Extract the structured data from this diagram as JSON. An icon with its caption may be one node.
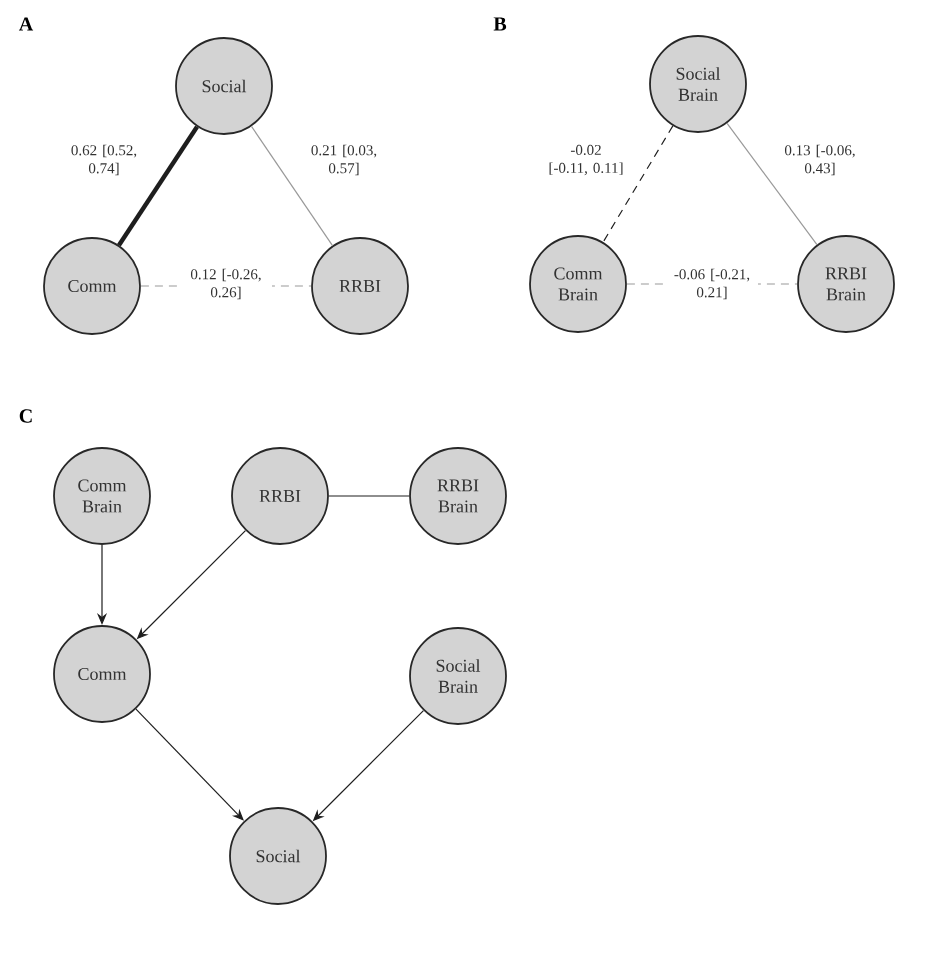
{
  "diagram": {
    "nodes": [
      {
        "text": [
          "Social"
        ]
      },
      {
        "text": [
          "Comm"
        ]
      },
      {
        "text": [
          "RRBI"
        ]
      },
      {
        "text": [
          "Social Brain"
        ]
      },
      {
        "text": [
          "Comm Brain"
        ]
      },
      {
        "text": [
          "RRBI Brain"
        ]
      },
      {
        "text": [
          "Comm Brain"
        ]
      },
      {
        "text": [
          "RRBI"
        ]
      },
      {
        "text": [
          "RRBI Brain"
        ]
      },
      {
        "text": [
          "Comm"
        ]
      },
      {
        "text": [
          "Social Brain"
        ]
      },
      {
        "text": [
          "Social"
        ]
      }
    ],
    "edges": [
      {
        "from": 0,
        "to": 1,
        "arrow": "none",
        "style": "thick",
        "label": "0.62 [0.52, 0.74]"
      },
      {
        "from": 0,
        "to": 2,
        "arrow": "none",
        "color": "#999999",
        "label": "0.21 [0.03, 0.57]"
      },
      {
        "from": 1,
        "to": 2,
        "arrow": "none",
        "style": "dashed",
        "color": "#999999",
        "label": "0.12 [-0.26, 0.26]"
      },
      {
        "from": 3,
        "to": 4,
        "arrow": "none",
        "style": "dashed",
        "label": "-0.02 [-0.11, 0.11]"
      },
      {
        "from": 3,
        "to": 5,
        "arrow": "none",
        "color": "#999999",
        "label": "0.13 [-0.06, 0.43]"
      },
      {
        "from": 4,
        "to": 5,
        "arrow": "none",
        "style": "dashed",
        "color": "#999999",
        "label": "-0.06 [-0.21, 0.21]"
      },
      {
        "from": 6,
        "to": 9,
        "arrow": "to"
      },
      {
        "from": 7,
        "to": 9,
        "arrow": "to"
      },
      {
        "from": 7,
        "to": 8,
        "arrow": "none"
      },
      {
        "from": 9,
        "to": 11,
        "arrow": "to"
      },
      {
        "from": 10,
        "to": 11,
        "arrow": "to"
      }
    ],
    "labels": [
      "A",
      "B",
      "C"
    ]
  }
}
